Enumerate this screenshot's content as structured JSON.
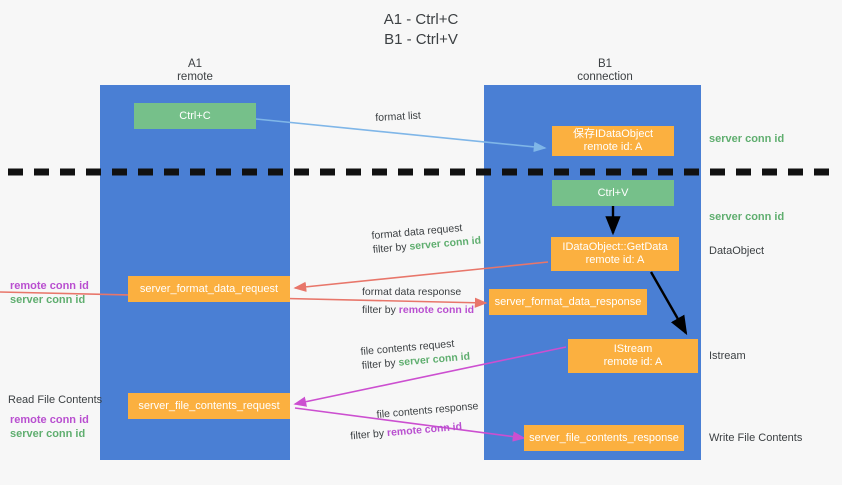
{
  "title": {
    "line1": "A1 - Ctrl+C",
    "line2": "B1 - Ctrl+V"
  },
  "columns": [
    {
      "name": "A1",
      "role": "remote"
    },
    {
      "name": "B1",
      "role": "connection"
    }
  ],
  "boxes": {
    "ctrl_c": "Ctrl+C",
    "ctrl_v": "Ctrl+V",
    "save_idataobject_l1": "保存IDataObject",
    "save_idataobject_l2": "remote id: A",
    "getdata_l1": "IDataObject::GetData",
    "getdata_l2": "remote id: A",
    "istream_l1": "IStream",
    "istream_l2": "remote id: A",
    "server_format_data_request": "server_format_data_request",
    "server_format_data_response": "server_format_data_response",
    "server_file_contents_request": "server_file_contents_request",
    "server_file_contents_response": "server_file_contents_response"
  },
  "edge_labels": {
    "format_list": "format list",
    "format_data_request": "format data request",
    "format_data_request_filter_prefix": "filter by ",
    "format_data_request_filter_key": "server conn id",
    "format_data_response": "format data response",
    "format_data_response_filter_prefix": "filter by ",
    "format_data_response_filter_key": "remote conn id",
    "file_contents_request": "file contents request",
    "file_contents_request_filter_prefix": "filter by ",
    "file_contents_request_filter_key": "server conn id",
    "file_contents_response": "file contents response",
    "file_contents_response_filter_prefix": "filter by ",
    "file_contents_response_filter_key": "remote conn id"
  },
  "side_labels": {
    "server_conn_id_top": "server conn id",
    "server_conn_id_mid": "server conn id",
    "dataobject": "DataObject",
    "istream": "Istream",
    "write_file_contents": "Write File Contents",
    "read_file_contents": "Read File Contents",
    "left_remote_conn_id_1": "remote conn id",
    "left_server_conn_id_1": "server conn id",
    "left_remote_conn_id_2": "remote conn id",
    "left_server_conn_id_2": "server conn id"
  },
  "colors": {
    "lane": "#4a7fd4",
    "orange": "#fbb040",
    "green_box": "#76c08a",
    "green_text": "#5fae6f",
    "purple_text": "#b94fd0",
    "arrow_blue": "#7fb6e8",
    "arrow_red": "#e8766a",
    "arrow_magenta": "#cc4fd0",
    "arrow_black": "#000000",
    "background": "#f7f7f7",
    "divider": "#111111"
  }
}
